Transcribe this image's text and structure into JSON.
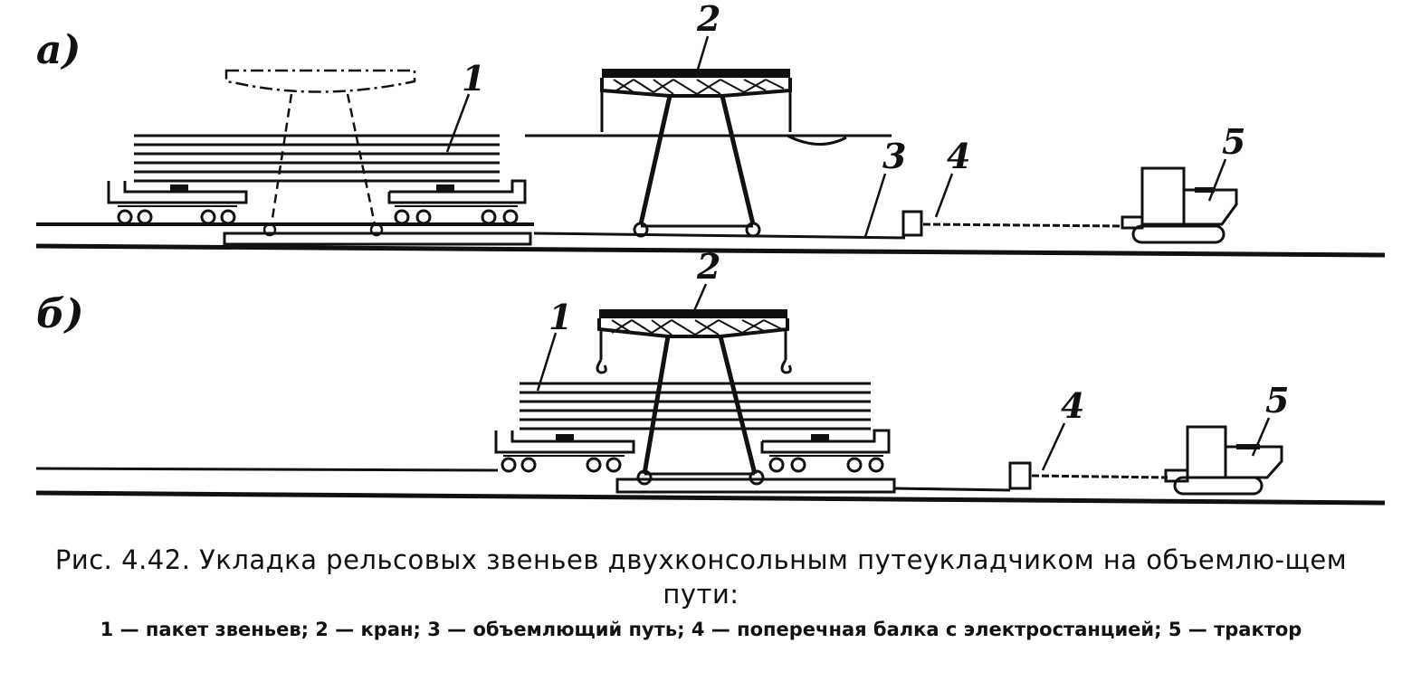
{
  "figure": {
    "panels": [
      {
        "label": "а)",
        "callouts": [
          "1",
          "2",
          "3",
          "4",
          "5"
        ]
      },
      {
        "label": "б)",
        "callouts": [
          "1",
          "2",
          "4",
          "5"
        ]
      }
    ]
  },
  "caption": {
    "title": "Рис. 4.42. Укладка рельсовых звеньев двухконсольным путеукладчиком на объемлю-щем пути:",
    "legend": "1 — пакет звеньев; 2 — кран; 3 — объемлющий путь; 4 — поперечная балка с электростанцией; 5 — трактор"
  }
}
